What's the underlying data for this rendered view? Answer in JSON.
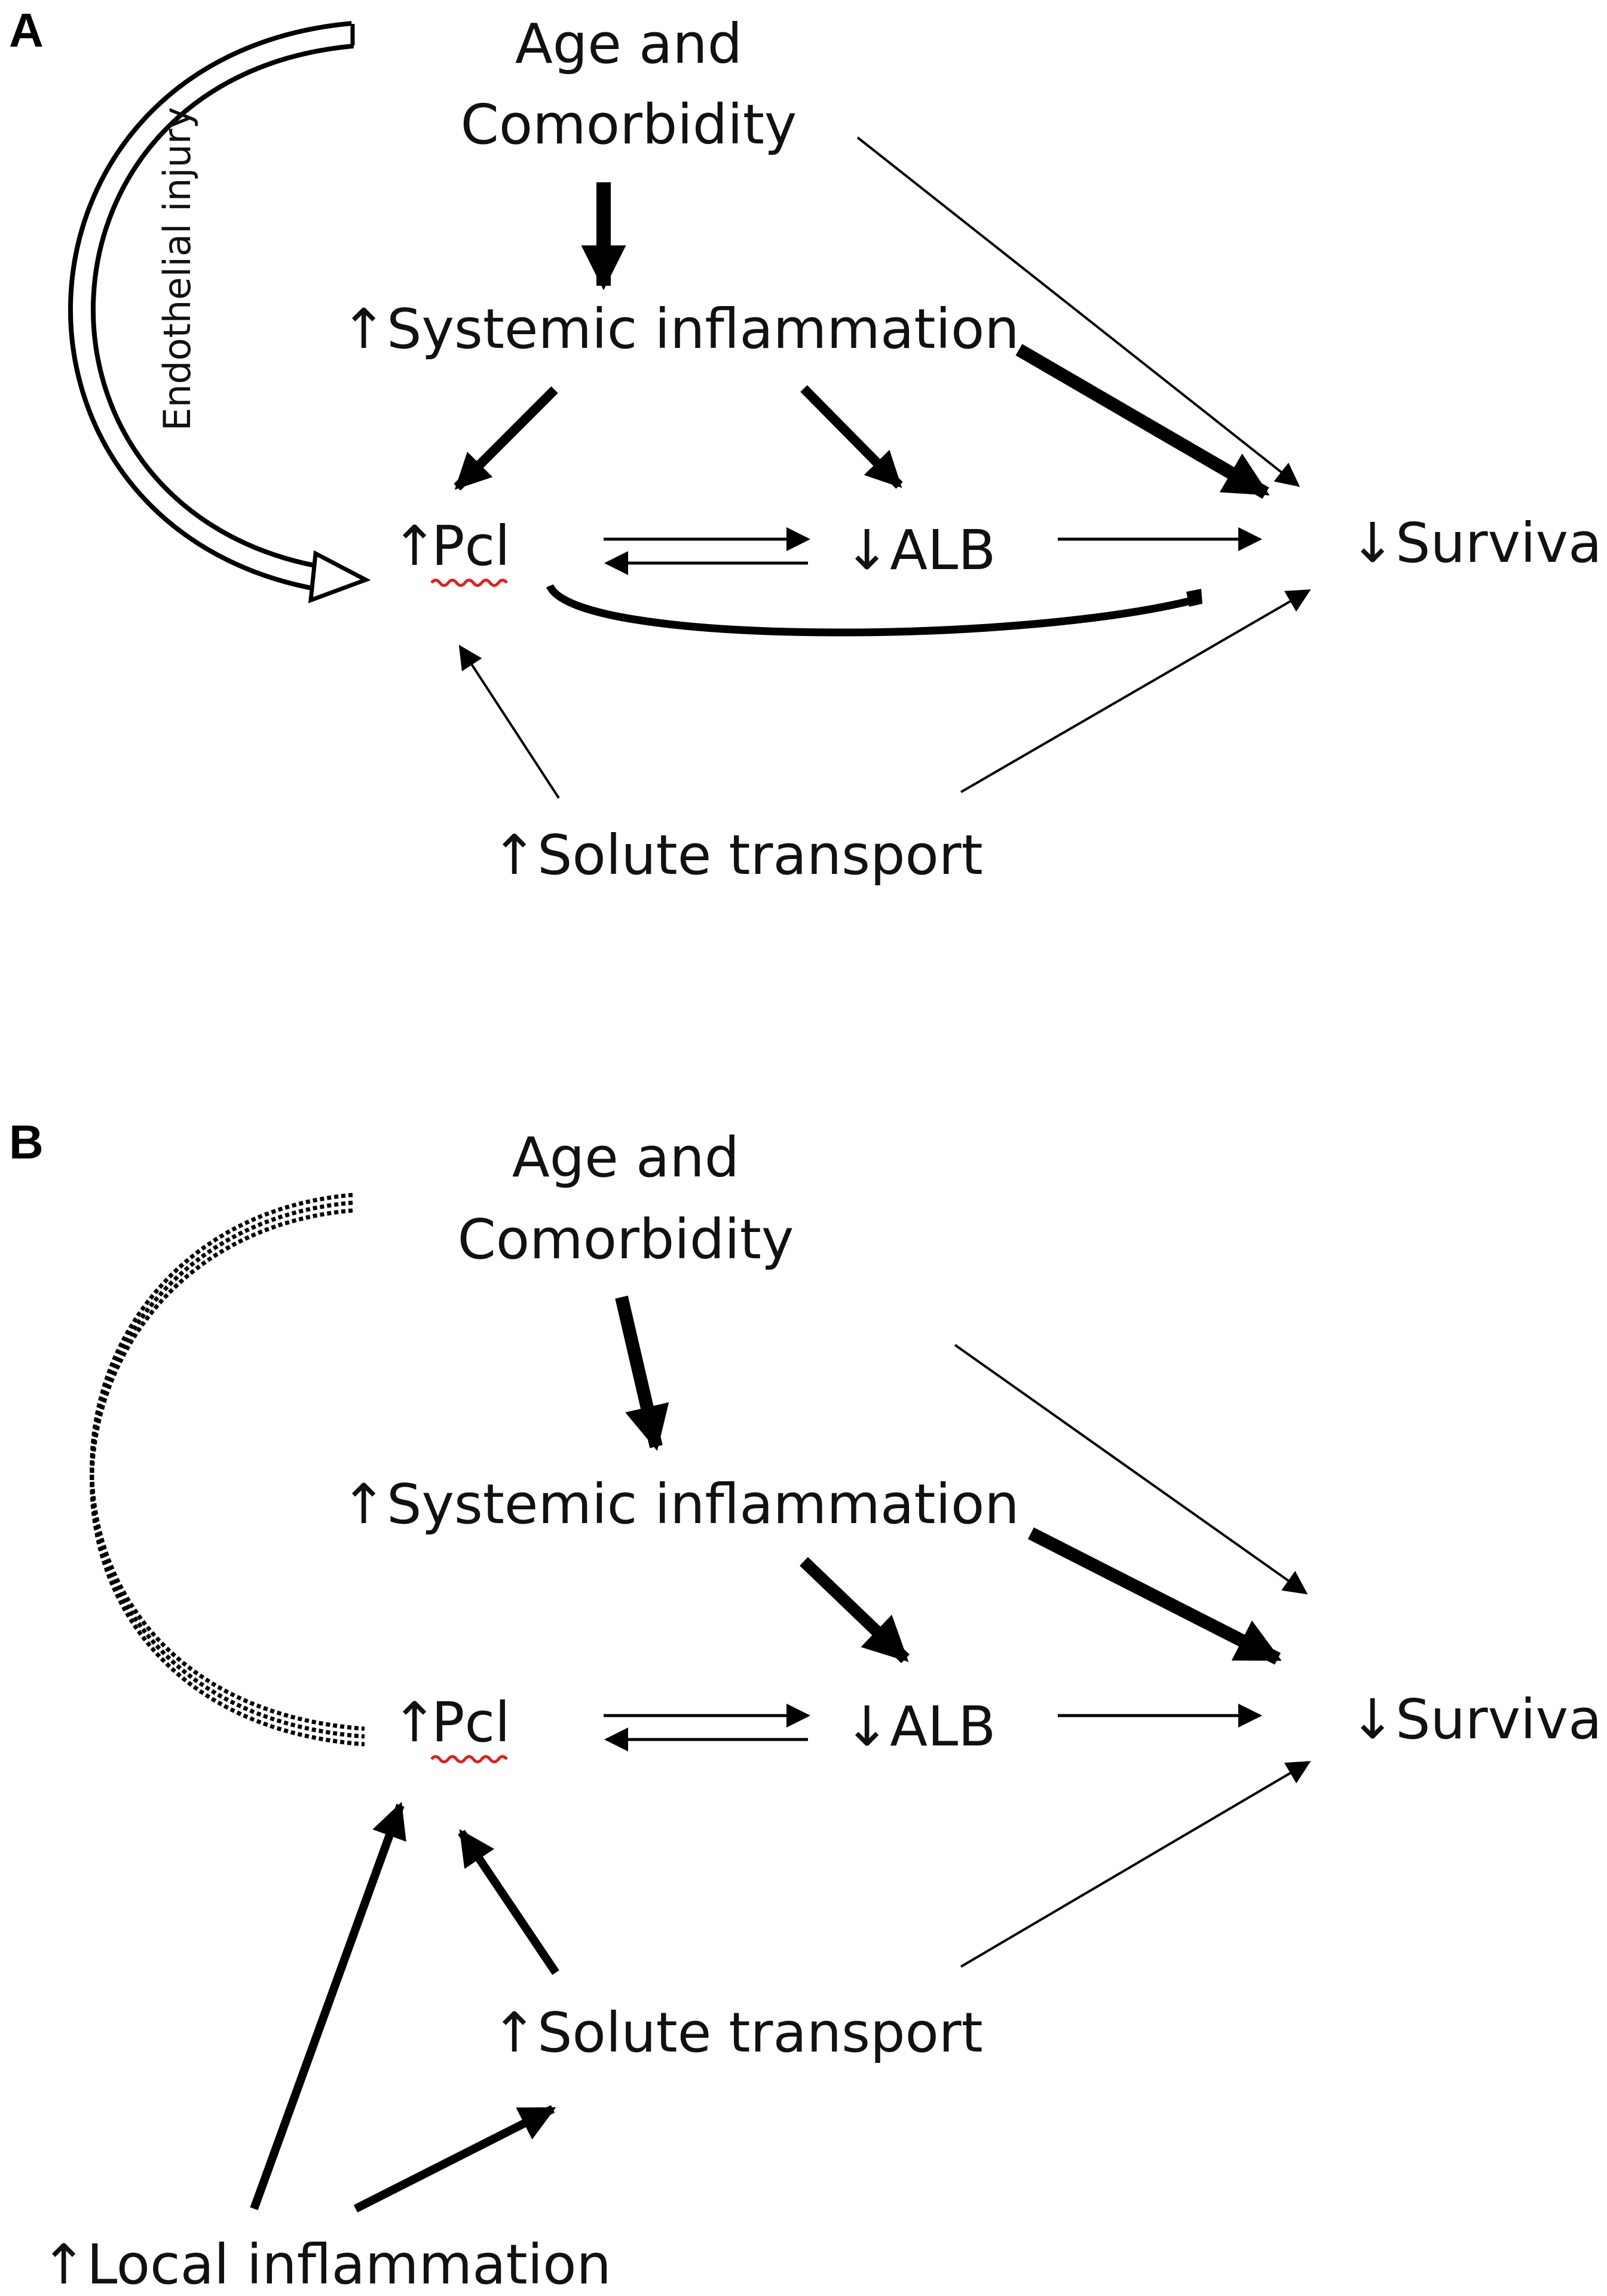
{
  "panels": [
    {
      "label": "A",
      "nodes": {
        "age_line1": "Age and",
        "age_line2": "Comorbidity",
        "systemic": "↑Systemic inflammation",
        "pcl_arrow": "↑",
        "pcl": "Pcl",
        "alb": "↓ALB",
        "survival": "↓Survival",
        "solute": "↑Solute transport"
      },
      "annotation": "Endothelial injury"
    },
    {
      "label": "B",
      "nodes": {
        "age_line1": "Age and",
        "age_line2": "Comorbidity",
        "systemic": "↑Systemic inflammation",
        "pcl_arrow": "↑",
        "pcl": "Pcl",
        "alb": "↓ALB",
        "survival": "↓Survival",
        "solute": "↑Solute transport",
        "local": "↑Local inflammation"
      }
    }
  ],
  "colors": {
    "text": "#111111",
    "arrow": "#000000",
    "spellcheck_underline": "#e02020"
  }
}
